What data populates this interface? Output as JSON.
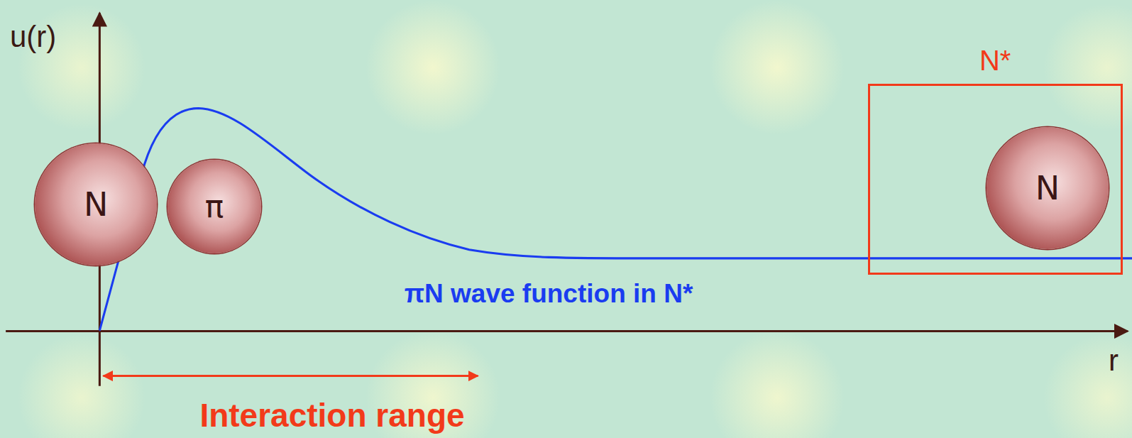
{
  "diagram": {
    "nodes": [
      {
        "text": [
          "N"
        ]
      },
      {
        "text": [
          "π"
        ]
      },
      {
        "text": [
          "N*"
        ]
      },
      {
        "text": [
          "N"
        ],
        "in": 2
      }
    ],
    "labels": [
      "u(r)",
      "r",
      "πN wave function in N*",
      "Interaction range"
    ]
  }
}
